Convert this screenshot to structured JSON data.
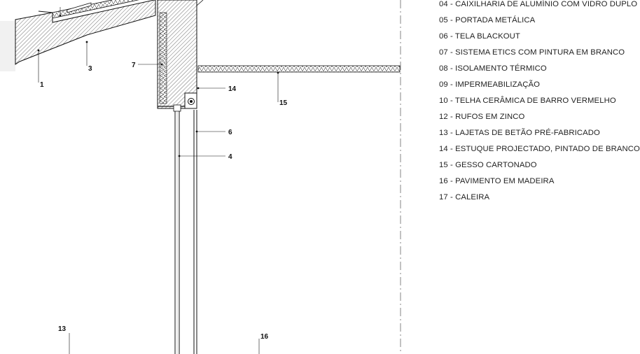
{
  "legend": {
    "items": [
      "04 - CAIXILHARIA DE ALUMÍNIO COM VIDRO DUPLO",
      "05 - PORTADA METÁLICA",
      "06 - TELA BLACKOUT",
      "07 - SISTEMA ETICS COM PINTURA EM BRANCO",
      "08 - ISOLAMENTO TÉRMICO",
      "09 - IMPERMEABILIZAÇÃO",
      "10 - TELHA CERÂMICA DE BARRO VERMELHO",
      "12 - RUFOS EM ZINCO",
      "13 - LAJETAS DE BETÃO PRÉ-FABRICADO",
      "14 - ESTUQUE PROJECTADO, PINTADO DE BRANCO",
      "15 - GESSO CARTONADO",
      "16 - PAVIMENTO EM MADEIRA",
      "17 - CALEIRA"
    ]
  },
  "callouts": {
    "c1": "1",
    "c3": "3",
    "c4": "4",
    "c6": "6",
    "c7": "7",
    "c13": "13",
    "c14": "14",
    "c15": "15",
    "c16": "16"
  }
}
